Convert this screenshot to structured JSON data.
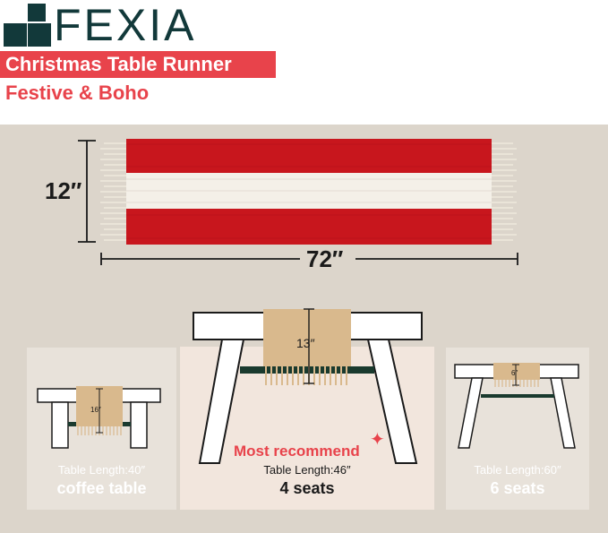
{
  "brand": {
    "name": "FEXIA"
  },
  "header": {
    "title": "Christmas Table Runner",
    "subtitle": "Festive & Boho"
  },
  "runner": {
    "width_label": "12″",
    "length_label": "72″",
    "colors": {
      "red": "#c8161d",
      "white": "#f4f0e8",
      "fringe": "#efe9dd"
    }
  },
  "tables": {
    "left": {
      "drop": "16″",
      "length": "Table Length:40″",
      "name": "coffee table"
    },
    "mid": {
      "drop": "13″",
      "badge": "Most recommend",
      "length": "Table Length:46″",
      "name": "4 seats"
    },
    "right": {
      "drop": "6″",
      "length": "Table Length:60″",
      "name": "6 seats"
    }
  },
  "colors": {
    "accent": "#e8434b",
    "brand": "#12393a",
    "background": "#dcd5cb",
    "runner_tan": "#d9b98d"
  }
}
